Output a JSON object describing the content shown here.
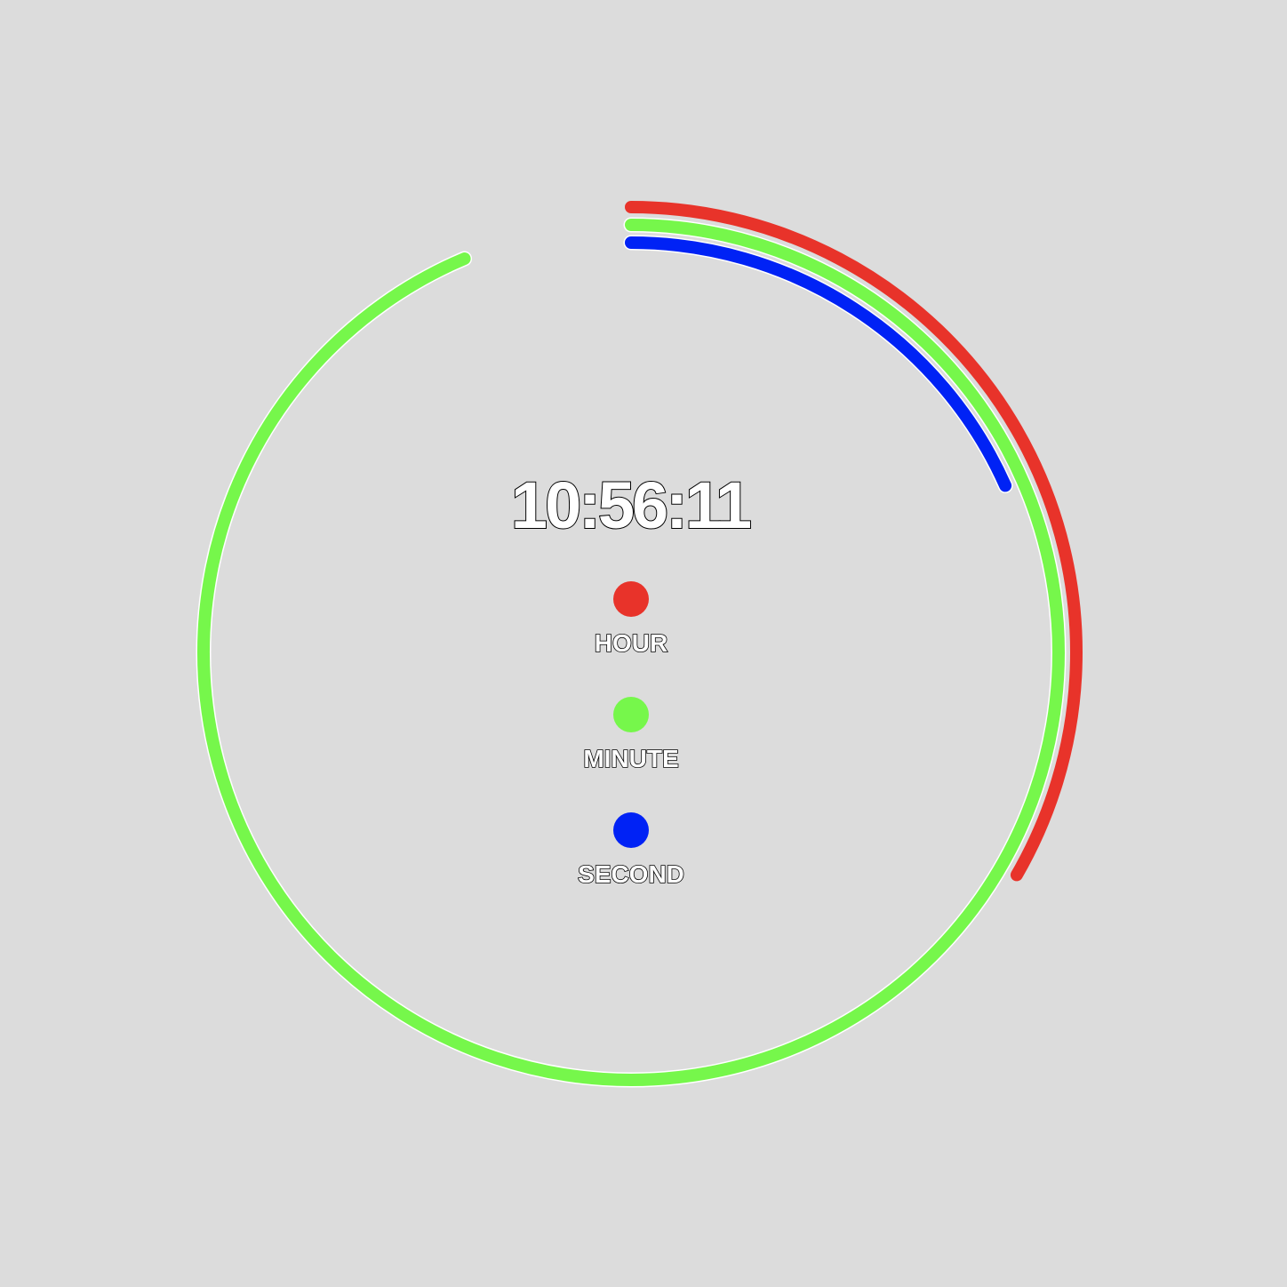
{
  "clock": {
    "time": "10:56:11",
    "hour_progress": 0.3333,
    "minute_progress": 0.9363,
    "second_progress": 0.1833
  },
  "legend": {
    "hour_label": "HOUR",
    "minute_label": "MINUTE",
    "second_label": "SECOND"
  },
  "colors": {
    "background": "#dcdcdc",
    "hour": "#e8332a",
    "minute": "#76f74b",
    "second": "#0022f5"
  }
}
